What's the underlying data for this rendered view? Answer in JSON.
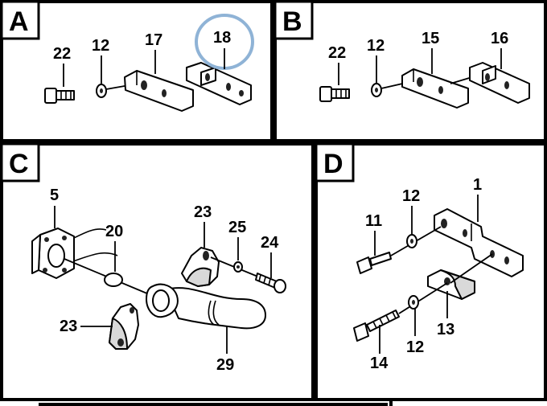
{
  "panels": [
    {
      "id": "A",
      "label": "A",
      "callouts": {
        "bolt": "22",
        "washer": "12",
        "clamp_left": "17",
        "clamp_right": "18"
      }
    },
    {
      "id": "B",
      "label": "B",
      "callouts": {
        "bolt": "22",
        "washer": "12",
        "clamp_left": "15",
        "clamp_right": "16"
      }
    },
    {
      "id": "C",
      "label": "C",
      "callouts": {
        "flange": "5",
        "oring": "20",
        "clamp_top": "23",
        "washer": "25",
        "bolt": "24",
        "clamp_bottom": "23",
        "pipe": "29"
      }
    },
    {
      "id": "D",
      "label": "D",
      "callouts": {
        "bracket": "1",
        "bolt_top": "11",
        "washer_top": "12",
        "washer_bottom": "12",
        "clip": "13",
        "bolt_bottom": "14"
      }
    }
  ],
  "highlight": {
    "panel": "A",
    "callout": "18",
    "color": "#8fb3d6"
  },
  "colors": {
    "line": "#000000",
    "background": "#ffffff",
    "highlight": "#8fb3d6"
  }
}
